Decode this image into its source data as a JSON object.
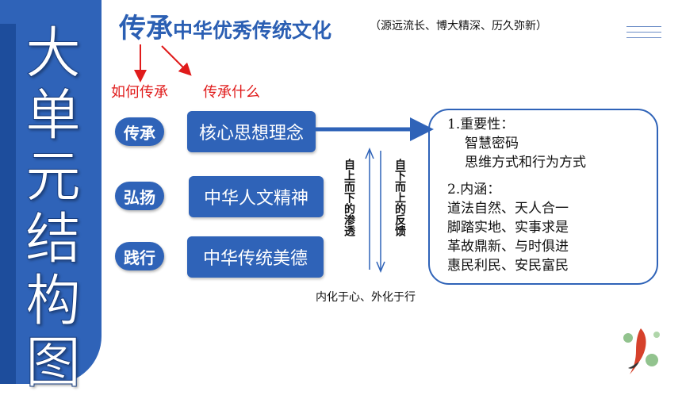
{
  "sidebar": {
    "title_chars": [
      "大",
      "单",
      "元",
      "结",
      "构",
      "图"
    ]
  },
  "header": {
    "title_main": "传承",
    "title_sub": "中华优秀传统文化",
    "note": "（源远流长、博大精深、历久弥新）"
  },
  "questions": {
    "how": "如何传承",
    "what": "传承什么"
  },
  "rows": [
    {
      "verb": "传承",
      "item": "核心思想理念"
    },
    {
      "verb": "弘扬",
      "item": "中华人文精神"
    },
    {
      "verb": "践行",
      "item": "中华传统美德"
    }
  ],
  "flow": {
    "top_down": "自上而下的渗透",
    "bottom_up": "自下而上的反馈",
    "bottom_text": "内化于心、外化于行"
  },
  "info": {
    "heading1": "1.重要性：",
    "items1": [
      "智慧密码",
      "思维方式和行为方式"
    ],
    "heading2": "2.内涵：",
    "items2": [
      "道法自然、天人合一",
      "脚踏实地、实事求是",
      "革故鼎新、与时俱进",
      "惠民利民、安民富民"
    ]
  },
  "colors": {
    "blue": "#2f63b8",
    "red": "#e01b1b"
  }
}
